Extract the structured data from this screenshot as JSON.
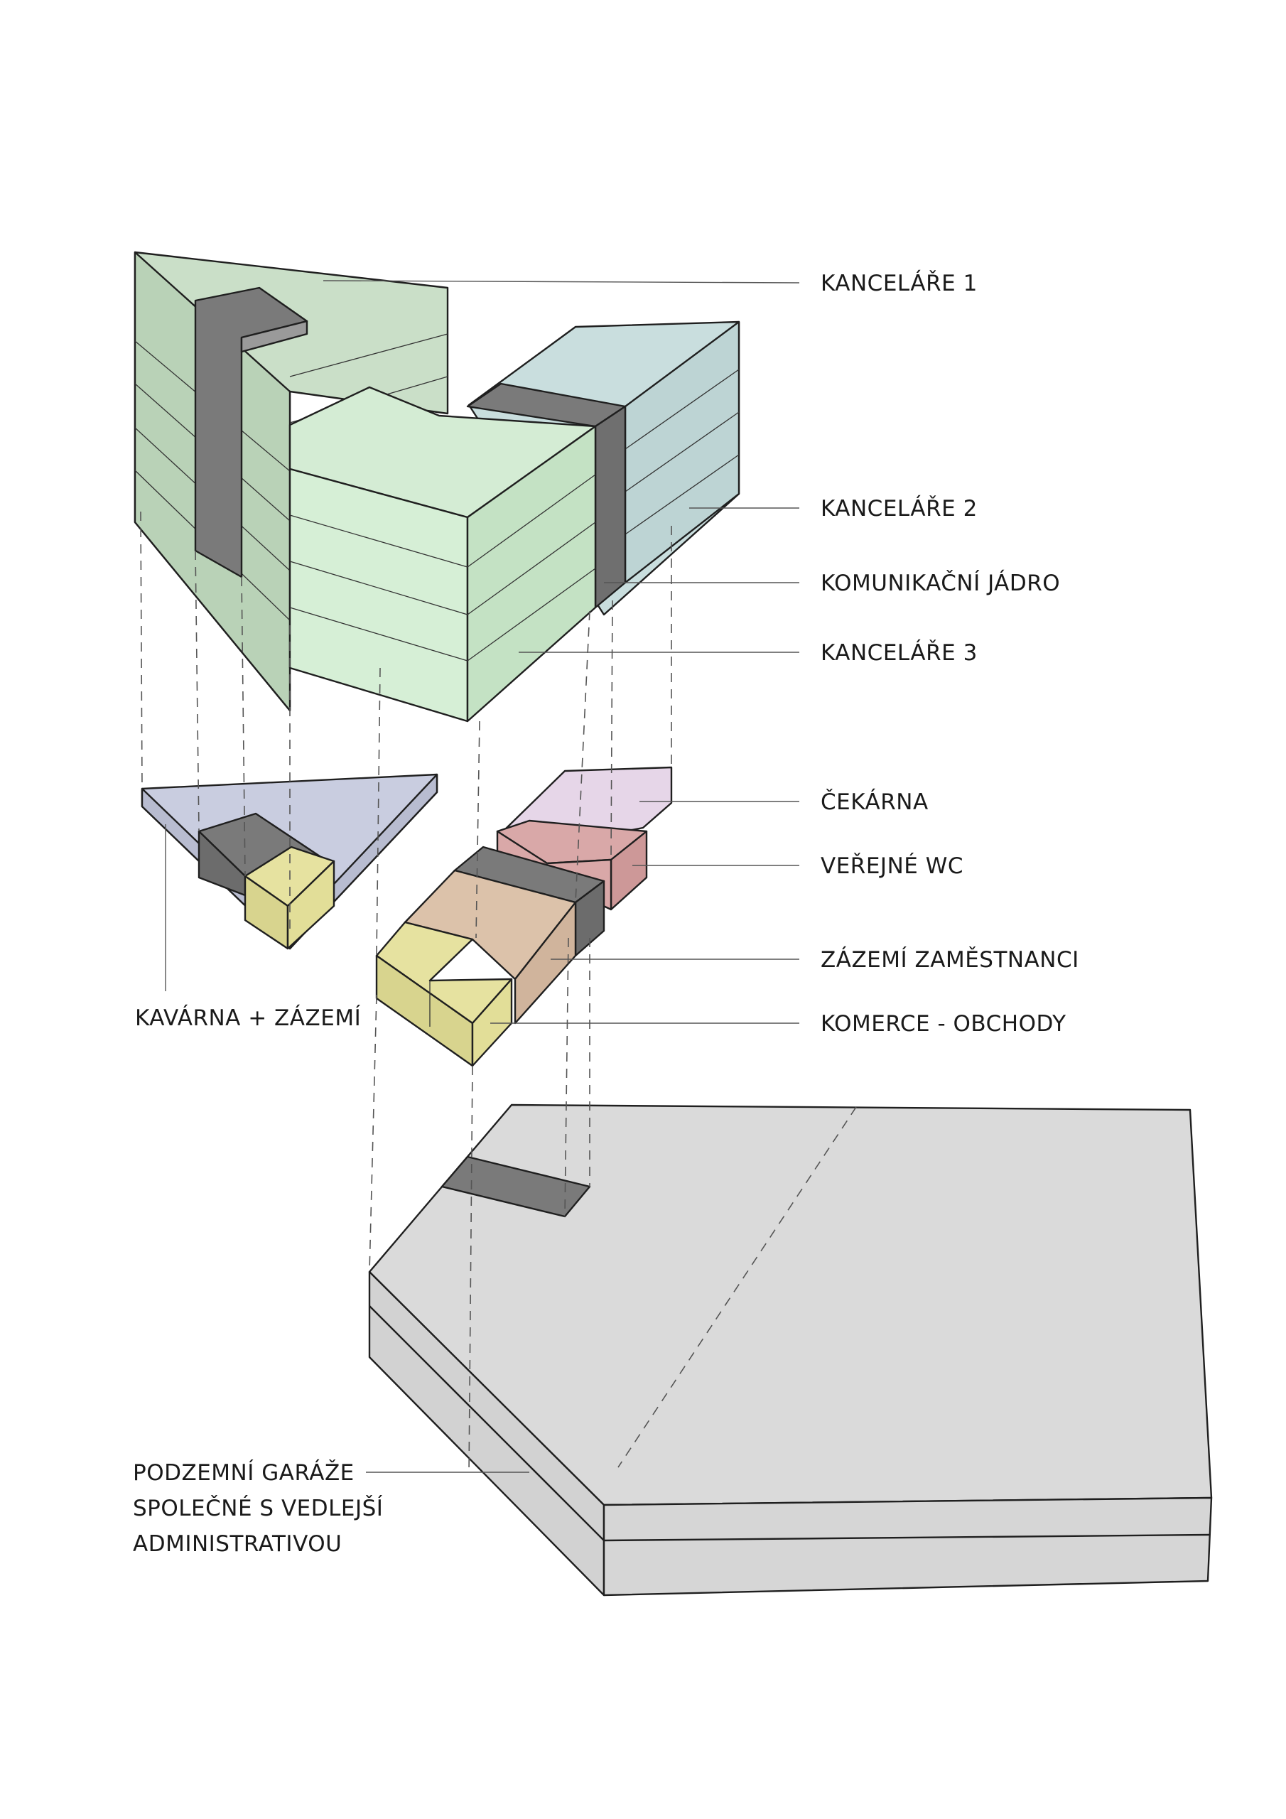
{
  "labels": {
    "kancelare_1": "KANCELÁŘE 1",
    "kancelare_2": "KANCELÁŘE 2",
    "komunikacni_jadro": "KOMUNIKAČNÍ JÁDRO",
    "kancelare_3": "KANCELÁŘE 3",
    "cekarna": "ČEKÁRNA",
    "verejne_wc": "VEŘEJNÉ WC",
    "zazemi_zamestnanci": "ZÁZEMÍ ZAMĚSTNANCI",
    "komerce_obchody": "KOMERCE - OBCHODY",
    "kavarna_zazemi": "KAVÁRNA + ZÁZEMÍ",
    "garaze_line1": "PODZEMNÍ GARÁŽE",
    "garaze_line2": "SPOLEČNÉ S VEDLEJŠÍ",
    "garaze_line3": "ADMINISTRATIVOU"
  },
  "colors": {
    "offices_1": "#cadfc8",
    "offices_1_side": "#b9d2b7",
    "offices_2": "#c9dede",
    "offices_3": "#d4ecd4",
    "core": "#7a7a7a",
    "cafe": "#c9cde0",
    "yellow": "#e6e2a0",
    "waiting": "#e6d6e8",
    "wc": "#d9a8a8",
    "staff": "#dcc2aa",
    "garage": "#dadada"
  }
}
